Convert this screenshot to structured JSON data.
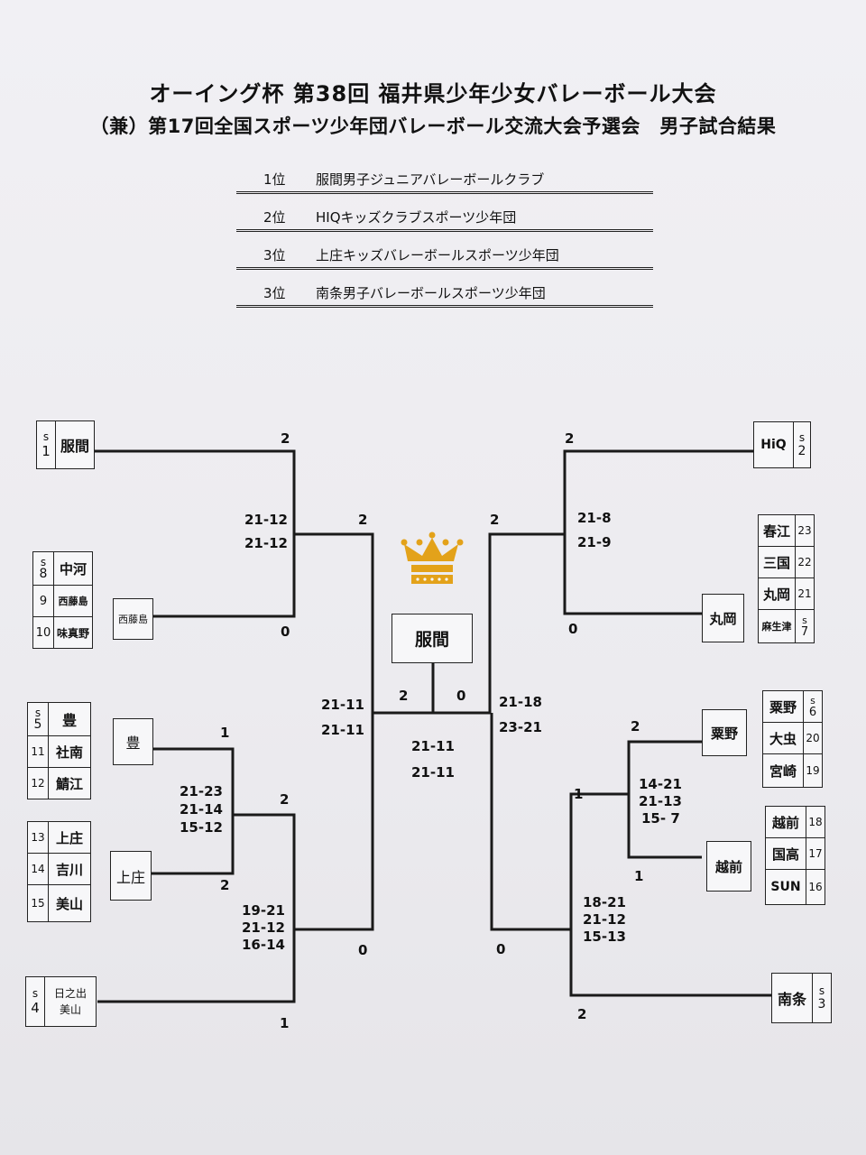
{
  "title": {
    "line1": "オーイング杯 第38回 福井県少年少女バレーボール大会",
    "line2": "（兼）第17回全国スポーツ少年団バレーボール交流大会予選会　男子試合結果"
  },
  "rankings": [
    {
      "pos": "1位",
      "team": "服間男子ジュニアバレーボールクラブ"
    },
    {
      "pos": "2位",
      "team": "HIQキッズクラブスポーツ少年団"
    },
    {
      "pos": "3位",
      "team": "上庄キッズバレーボールスポーツ少年団"
    },
    {
      "pos": "3位",
      "team": "南条男子バレーボールスポーツ少年団"
    }
  ],
  "champion": "服間",
  "crown_icon": "crown-icon",
  "crown_color": "#e3a21a",
  "left_entries": [
    {
      "seed_label": "s",
      "seed": "1",
      "team": "服間"
    },
    {
      "seed_label": "s",
      "seed": "8",
      "team": "中河"
    },
    {
      "seed": "9",
      "team": "西藤島"
    },
    {
      "seed": "10",
      "team": "味真野"
    },
    {
      "seed_label": "s",
      "seed": "5",
      "team": "豊"
    },
    {
      "seed": "11",
      "team": "社南"
    },
    {
      "seed": "12",
      "team": "鯖江"
    },
    {
      "seed": "13",
      "team": "上庄"
    },
    {
      "seed": "14",
      "team": "吉川"
    },
    {
      "seed": "15",
      "team": "美山"
    },
    {
      "seed_label": "s",
      "seed": "4",
      "team": "日之出\n美山"
    }
  ],
  "right_entries": [
    {
      "seed_label": "s",
      "seed": "2",
      "team": "HiQ"
    },
    {
      "seed": "23",
      "team": "春江"
    },
    {
      "seed": "22",
      "team": "三国"
    },
    {
      "seed": "21",
      "team": "丸岡"
    },
    {
      "seed_label": "s",
      "seed": "7",
      "team": "麻生津"
    },
    {
      "seed_label": "s",
      "seed": "6",
      "team": "粟野"
    },
    {
      "seed": "20",
      "team": "大虫"
    },
    {
      "seed": "19",
      "team": "宮崎"
    },
    {
      "seed": "18",
      "team": "越前"
    },
    {
      "seed": "17",
      "team": "国高"
    },
    {
      "seed": "16",
      "team": "SUN"
    },
    {
      "seed_label": "s",
      "seed": "3",
      "team": "南条"
    }
  ],
  "bracket_teams": {
    "nishifujishima": "西藤島",
    "yutaka": "豊",
    "kamisho": "上庄",
    "maruoka": "丸岡",
    "awano": "粟野",
    "echizen": "越前"
  },
  "scores": {
    "r1_fukuma_wins": "2",
    "r1_nishi_wins": "0",
    "r1_set1": "21-12",
    "r1_set2": "21-12",
    "semi_left_top": "2",
    "semi_left_bottom": "0",
    "yutaka_wins": "1",
    "kamisho_wins": "2",
    "yk_set1": "21-23",
    "yk_set2": "21-14",
    "yk_set3": "15-12",
    "kamisho_adv_wins": "2",
    "hinode_wins": "1",
    "kh_set1": "19-21",
    "kh_set2": "21-12",
    "kh_set3": "16-14",
    "semi_left_set1": "21-11",
    "semi_left_set2": "21-11",
    "final_left": "2",
    "final_right": "0",
    "final_set1": "21-11",
    "final_set2": "21-11",
    "hiq_wins": "2",
    "maruoka_wins": "0",
    "hm_set1": "21-8",
    "hm_set2": "21-9",
    "semi_right_top": "2",
    "semi_right_bottom": "0",
    "semi_right_set1": "21-18",
    "semi_right_set2": "23-21",
    "awano_wins": "2",
    "echizen_wins": "1",
    "ae_set1": "14-21",
    "ae_set2": "21-13",
    "ae_set3": "15- 7",
    "awano_adv_wins": "1",
    "nanjo_wins": "2",
    "an_set1": "18-21",
    "an_set2": "21-12",
    "an_set3": "15-13"
  }
}
